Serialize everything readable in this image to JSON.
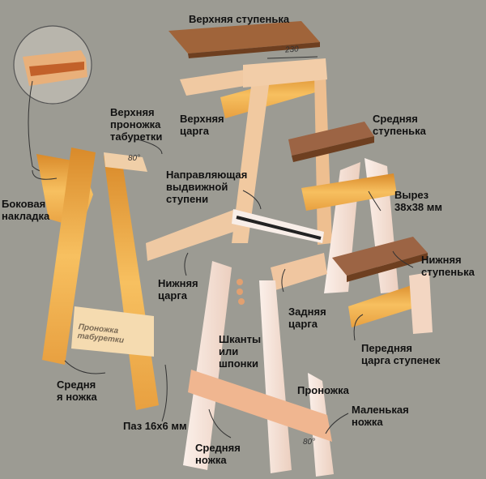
{
  "labels": {
    "top_step": "Верхняя ступенька",
    "dimension_230": "230",
    "upper_stool_rung": [
      "Верхняя",
      "проножка",
      "табуретки"
    ],
    "upper_apron": [
      "Верхняя",
      "царга"
    ],
    "middle_step": [
      "Средняя",
      "ступенька"
    ],
    "slide_guide": [
      "Направляющая",
      "выдвижной",
      "ступени"
    ],
    "side_overlay": [
      "Боковая",
      "накладка"
    ],
    "cutout": [
      "Вырез",
      "38x38 мм"
    ],
    "bottom_step": [
      "Нижняя",
      "ступенька"
    ],
    "lower_apron": [
      "Нижняя",
      "царга"
    ],
    "rear_apron": [
      "Задняя",
      "царга"
    ],
    "dowels": [
      "Шканты",
      "или",
      "шпонки"
    ],
    "front_step_apron": [
      "Передняя",
      "царга ступенек"
    ],
    "middle_leg_left": [
      "Средня",
      "я ножка"
    ],
    "rung": "Проножка",
    "small_leg": [
      "Маленькая",
      "ножка"
    ],
    "groove": "Паз 16x6 мм",
    "middle_leg_bottom": [
      "Средняя",
      "ножка"
    ],
    "stool_rung_inline": [
      "Проножка",
      "табуретки"
    ],
    "angle_80": "80°"
  },
  "colors": {
    "background": "#9c9b93",
    "wood_dark": "#9a5a30",
    "wood_orange": "#e09a3a",
    "wood_light": "#f0d2b0",
    "wood_pale": "#f6e6dc"
  }
}
